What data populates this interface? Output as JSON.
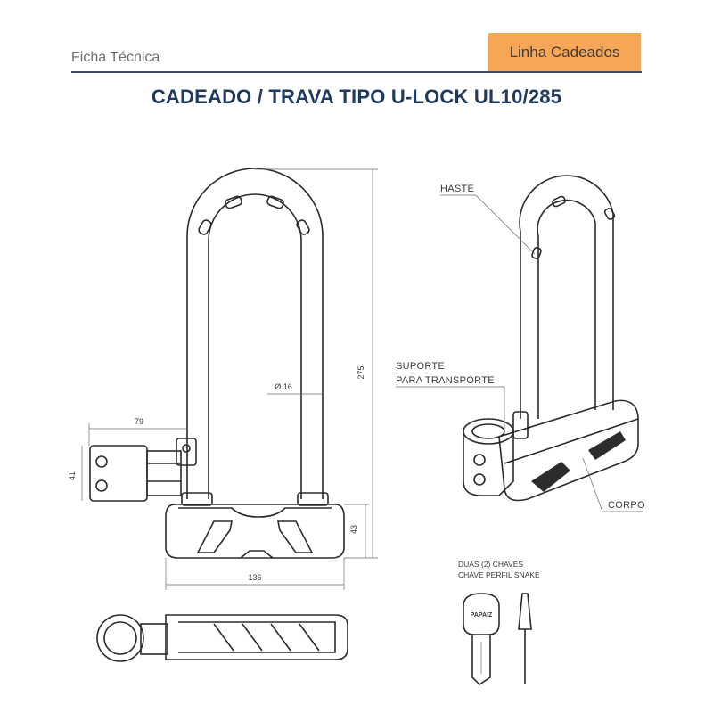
{
  "header": {
    "left_label": "Ficha Técnica",
    "badge_label": "Linha Cadeados",
    "title": "CADEADO / TRAVA TIPO U-LOCK UL10/285"
  },
  "dimensions": {
    "width_79": "79",
    "height_41": "41",
    "diameter": "Ø 16",
    "height_275": "275",
    "height_43": "43",
    "width_136": "136"
  },
  "callouts": {
    "haste": "HASTE",
    "suporte_line1": "SUPORTE",
    "suporte_line2": "PARA TRANSPORTE",
    "corpo": "CORPO",
    "chaves_line1": "DUAS (2)  CHAVES",
    "chaves_line2": "CHAVE PERFIL SNAKE",
    "key_brand": "PAPAIZ"
  },
  "colors": {
    "badge": "#f6a654",
    "title": "#1f3a5f",
    "rule": "#3b4a6b"
  }
}
